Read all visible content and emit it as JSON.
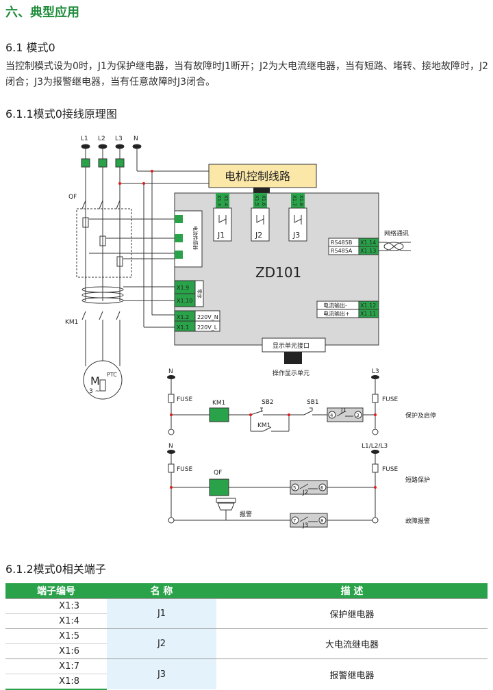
{
  "section_title": "六、典型应用",
  "mode_heading": "6.1 模式0",
  "mode_description": "当控制模式设为0时，J1为保护继电器，当有故障时J1断开；J2为大电流继电器，当有短路、堵转、接地故障时，J2闭合；J3为报警继电器，当有任意故障时J3闭合。",
  "wiring_heading": "6.1.1模式0接线原理图",
  "terminals_heading": "6.1.2模式0相关端子",
  "diagram": {
    "phases": [
      "L1",
      "L2",
      "L3",
      "N"
    ],
    "qf": "QF",
    "km1": "KM1",
    "motor": "M",
    "motor_phase": "3 ~",
    "ptc": "PTC",
    "control_line": "电机控制线路",
    "device": "ZD101",
    "relay_terms": [
      "X1.3",
      "X1.4",
      "X1.5",
      "X1.6",
      "X1.7",
      "X1.8"
    ],
    "relays": [
      "J1",
      "J2",
      "J3"
    ],
    "ct_label": "电流传感器",
    "zero_label": "零序",
    "zero_terms": [
      "X1.9",
      "X1.10"
    ],
    "power_terms": [
      "X1.2",
      "X1.1"
    ],
    "power_labels": [
      "220V_N",
      "220V_L"
    ],
    "rs485": [
      "RS485B",
      "RS485A"
    ],
    "rs485_terms": [
      "X1.14",
      "X1.13"
    ],
    "network": "网络通讯",
    "analog": [
      "电流输出-",
      "电流输出+"
    ],
    "analog_terms": [
      "X1.12",
      "X1.11"
    ],
    "display_port": "显示单元接口",
    "display_unit": "操作显示单元",
    "circuit": {
      "n": "N",
      "l3": "L3",
      "l123": "L1/L2/L3",
      "fuse": "FUSE",
      "km1": "KM1",
      "sb2": "SB2",
      "sb1": "SB1",
      "km1_contact": "KM1",
      "qf": "QF",
      "alarm": "报警",
      "j1": "J1",
      "j2": "J2",
      "j3": "J3",
      "j1_pins": [
        "4",
        "3"
      ],
      "j2_pins": [
        "5",
        "6"
      ],
      "j3_pins": [
        "7",
        "8"
      ],
      "row1_label": "保护及启停",
      "row2_label": "短路保护",
      "row3_label": "故障报警"
    }
  },
  "table": {
    "headers": [
      "端子编号",
      "名 称",
      "描 述"
    ],
    "rows": [
      {
        "codes": [
          "X1:3",
          "X1:4"
        ],
        "name": "J1",
        "desc": "保护继电器"
      },
      {
        "codes": [
          "X1:5",
          "X1:6"
        ],
        "name": "J2",
        "desc": "大电流继电器"
      },
      {
        "codes": [
          "X1:7",
          "X1:8"
        ],
        "name": "J3",
        "desc": "报警继电器"
      }
    ]
  }
}
